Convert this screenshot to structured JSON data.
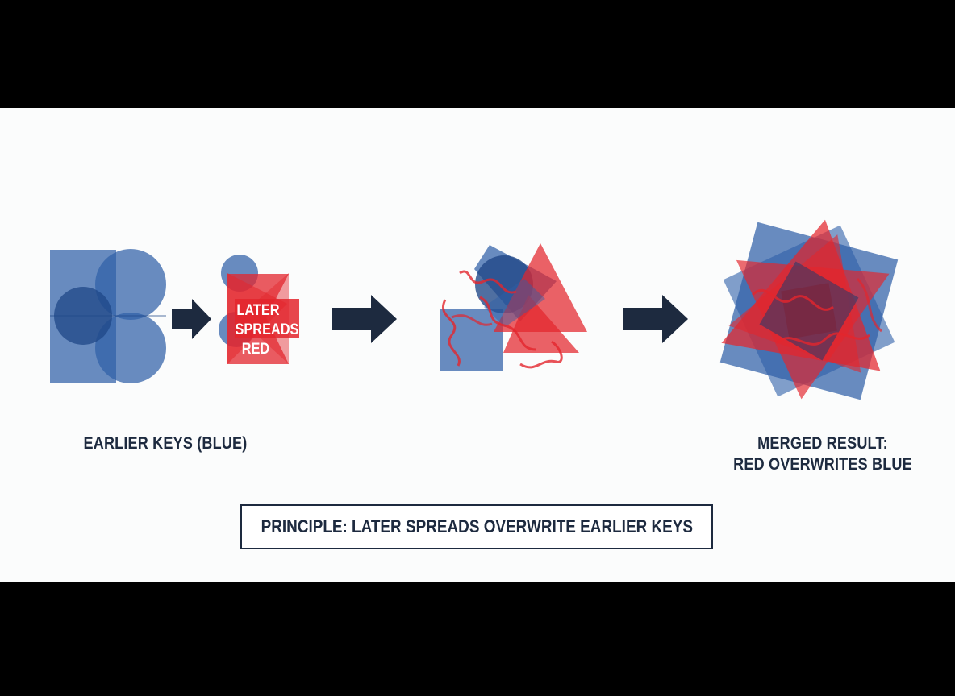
{
  "stage1": {
    "caption": "EARLIER KEYS (BLUE)"
  },
  "stage2": {
    "label_lines": [
      "LATER",
      "SPREADS",
      "RED"
    ]
  },
  "stage4": {
    "caption_lines": [
      "MERGED RESULT:",
      "RED OVERWRITES BLUE"
    ]
  },
  "principle": {
    "text": "PRINCIPLE: LATER SPREADS OVERWRITE EARLIER KEYS"
  },
  "colors": {
    "blue": "#2f5fa8",
    "red": "#e3262d",
    "arrow": "#1d2a3f",
    "text": "#1d2a3f"
  },
  "icons": [
    "arrow-right-icon",
    "arrow-right-icon",
    "arrow-right-icon"
  ]
}
